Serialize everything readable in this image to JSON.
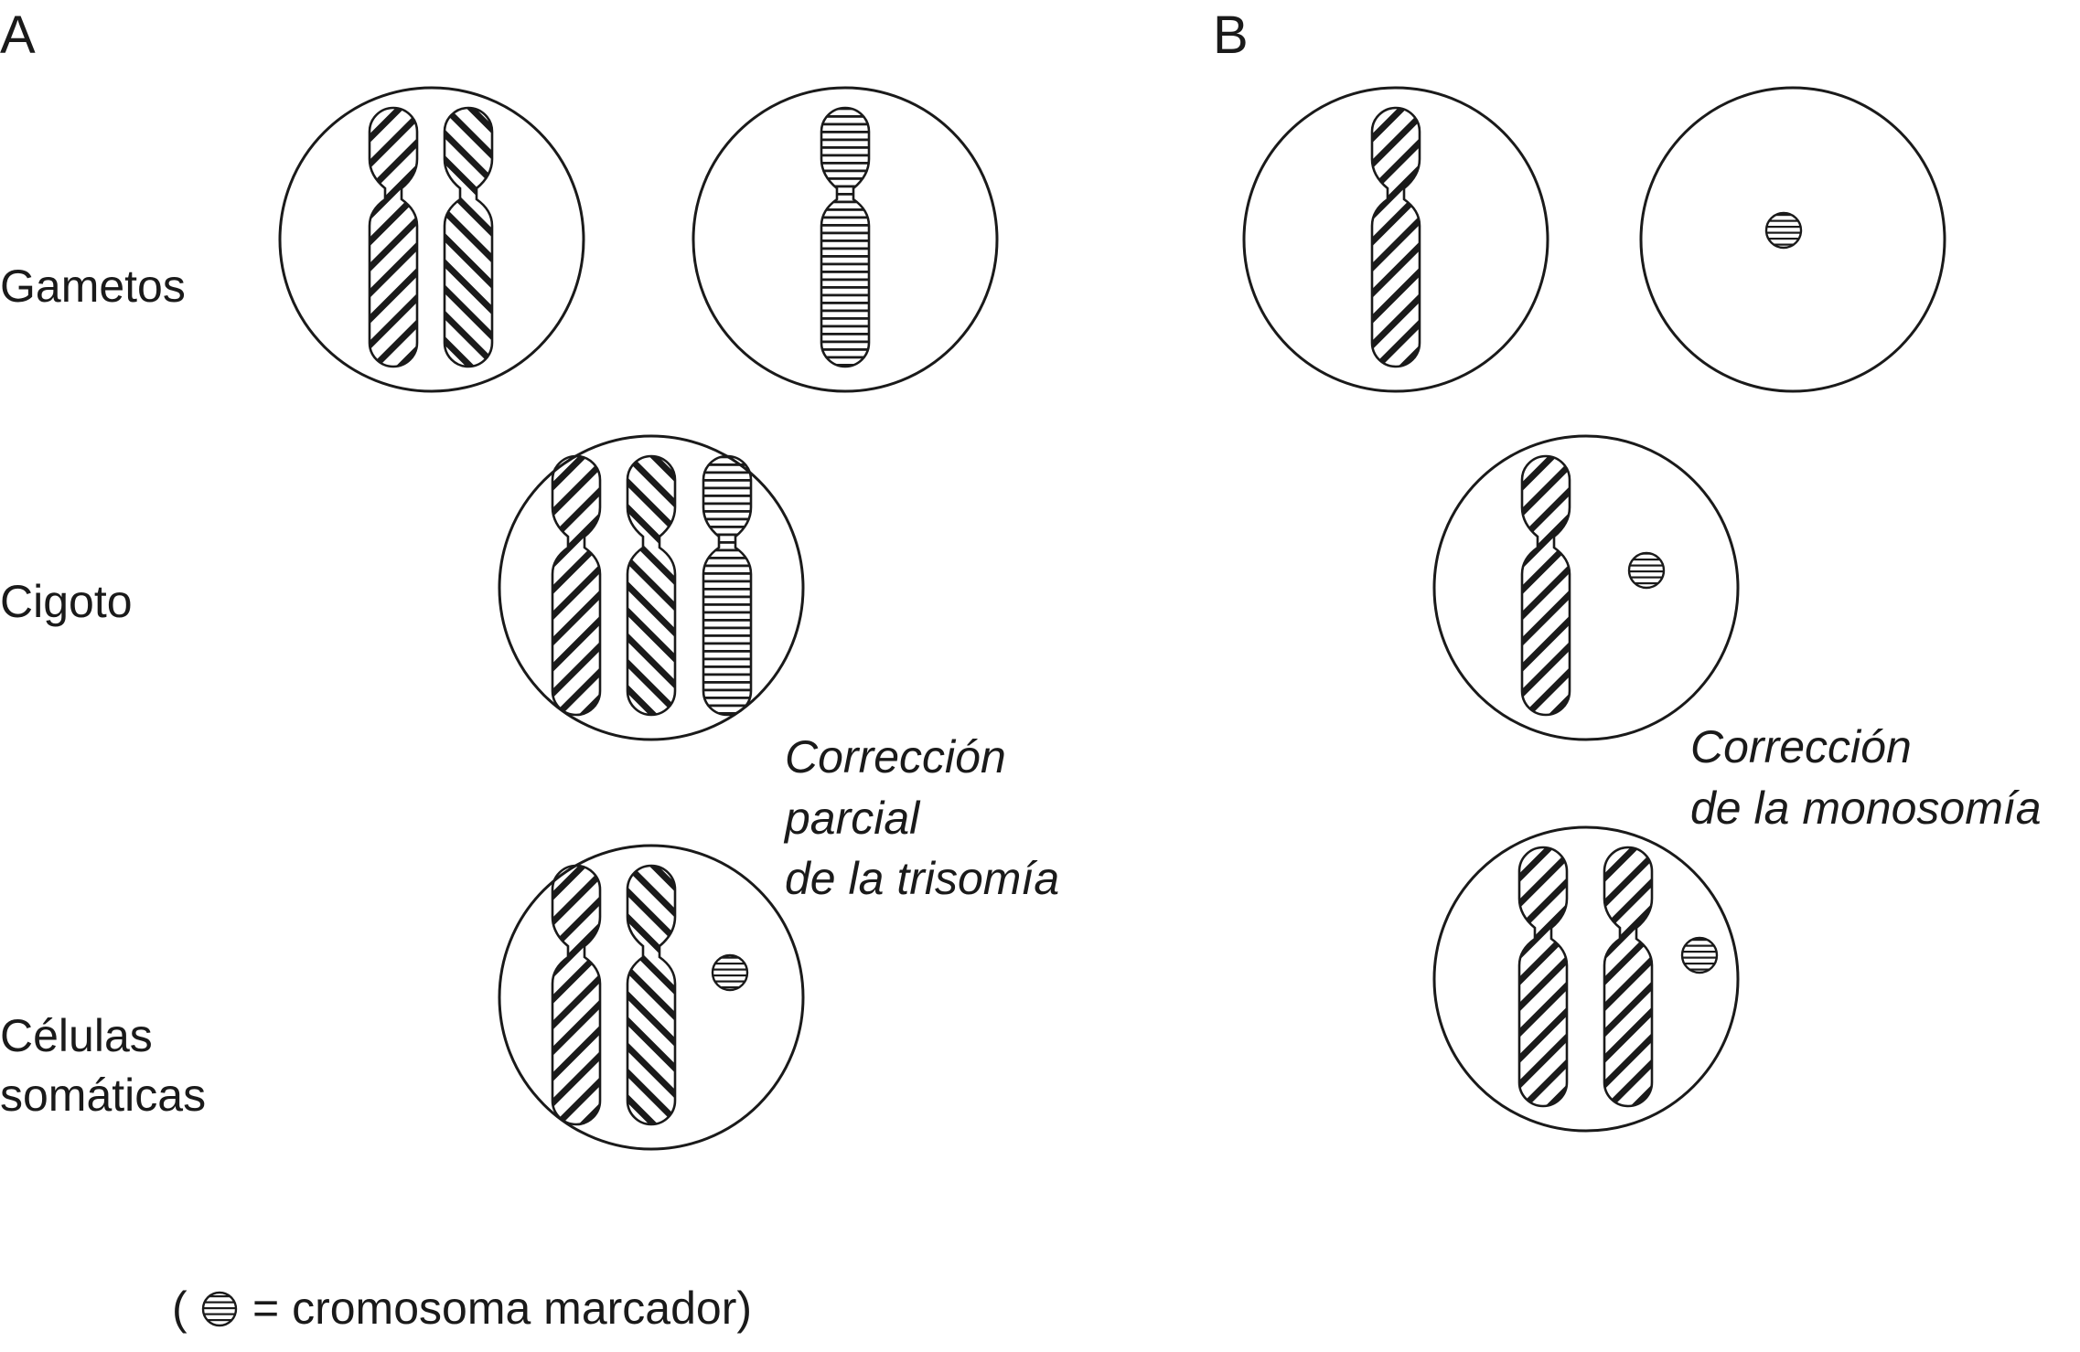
{
  "panels": {
    "a_label": "A",
    "b_label": "B"
  },
  "row_labels": {
    "gametes": "Gametos",
    "zygote": "Cigoto",
    "somatic_line1": "Células",
    "somatic_line2": "somáticas"
  },
  "notes": {
    "a_line1": "Corrección",
    "a_line2": "parcial",
    "a_line3": "de la trisomía",
    "b_line1": "Corrección",
    "b_line2": "de la monosomía"
  },
  "legend": {
    "open": "(",
    "text": "= cromosoma marcador)"
  },
  "icons": {
    "normal_chromosome": "diagonal-hatched-chromosome-icon",
    "other_chromosome": "horizontal-striped-chromosome-icon",
    "marker_chromosome": "striped-marker-dot-icon"
  }
}
